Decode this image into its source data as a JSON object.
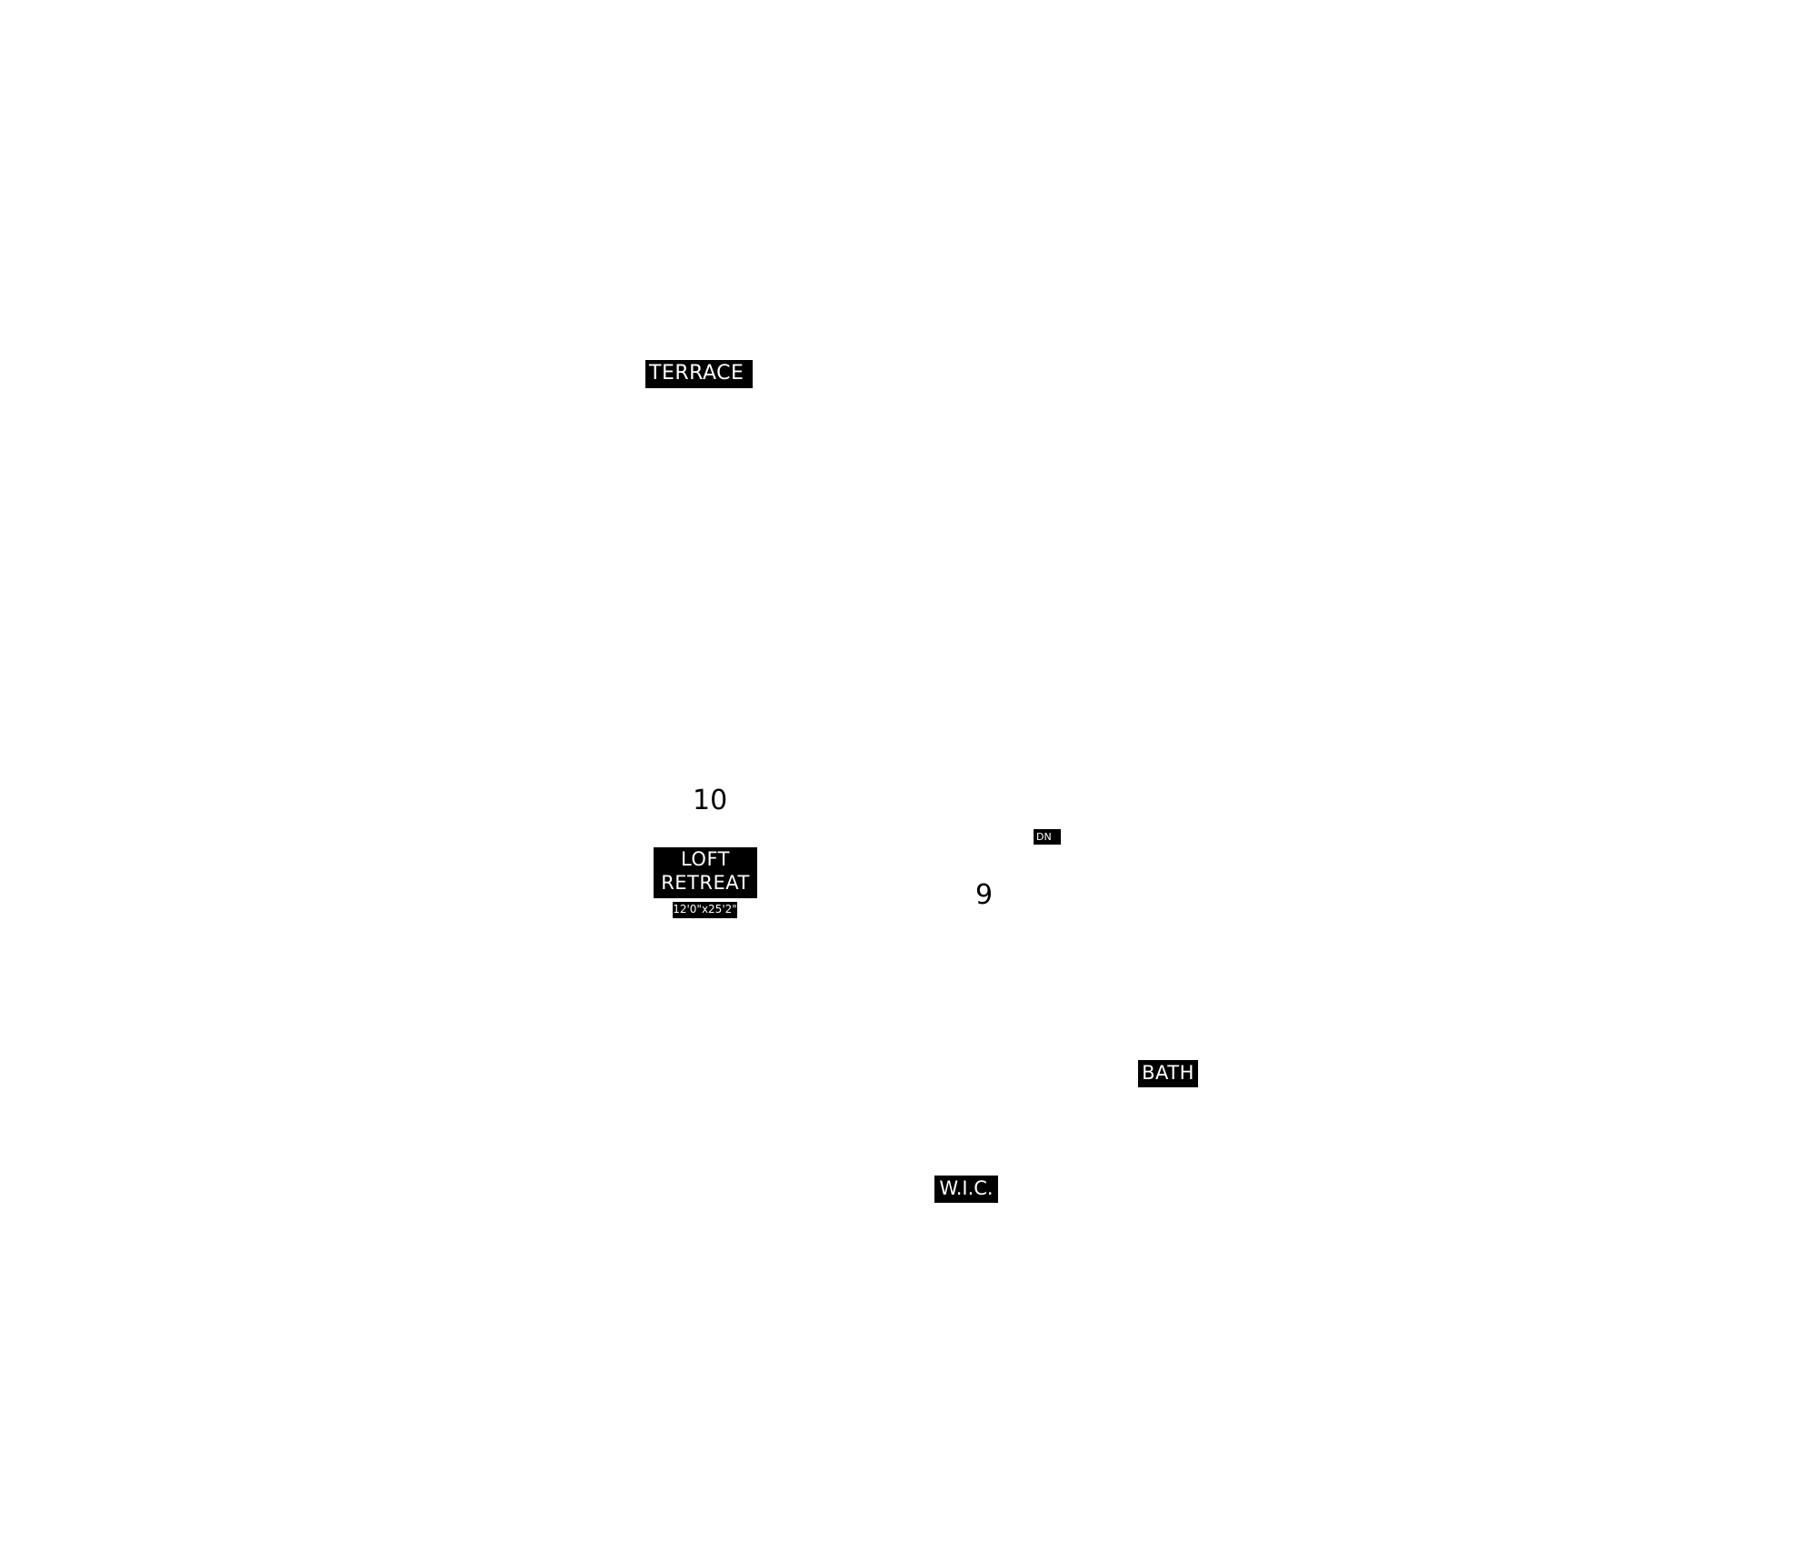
{
  "floor_plan": {
    "rooms": {
      "terrace": {
        "name": "TERRACE"
      },
      "loft_retreat": {
        "name_line1": "LOFT",
        "name_line2": "RETREAT",
        "dimensions": "12'0\"x25'2\""
      },
      "bath": {
        "name": "BATH"
      },
      "wic": {
        "name": "W.I.C."
      }
    },
    "stair": {
      "direction": "DN"
    },
    "room_numbers": {
      "loft": "10",
      "stair_area": "9"
    },
    "colors": {
      "label_background": "#000000",
      "label_text": "#ffffff",
      "page_background": "#ffffff"
    }
  }
}
